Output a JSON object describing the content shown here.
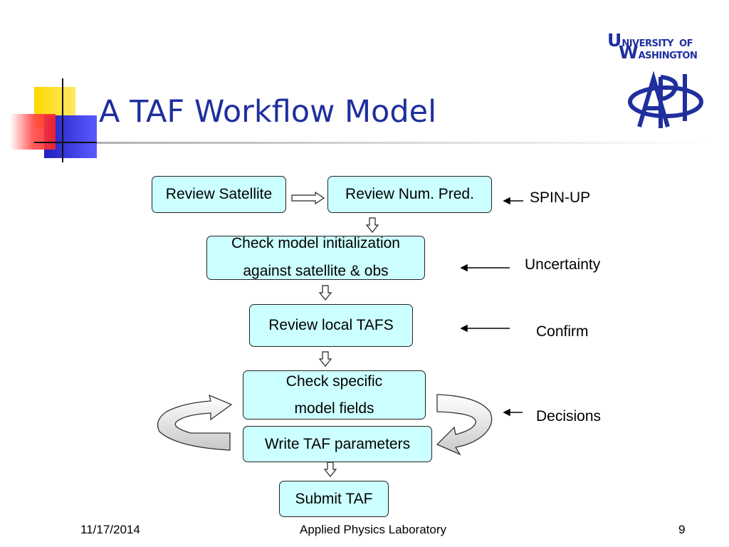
{
  "slide": {
    "title": "A TAF Workflow Model",
    "logo_line1": "UNIVERSITY OF",
    "logo_line2": "WASHINGTON",
    "logo_mark": "APL"
  },
  "diagram": {
    "steps": [
      {
        "id": "review-satellite",
        "lines": [
          "Review Satellite"
        ]
      },
      {
        "id": "review-num-pred",
        "lines": [
          "Review Num. Pred."
        ]
      },
      {
        "id": "check-model-init",
        "lines": [
          "Check model initialization",
          "against satellite & obs"
        ]
      },
      {
        "id": "review-local-tafs",
        "lines": [
          "Review local TAFS"
        ]
      },
      {
        "id": "check-specific-fields",
        "lines": [
          "Check specific",
          "model fields"
        ]
      },
      {
        "id": "write-taf-parameters",
        "lines": [
          "Write TAF parameters"
        ]
      },
      {
        "id": "submit-taf",
        "lines": [
          "Submit TAF"
        ]
      }
    ],
    "annotations": [
      "SPIN-UP",
      "Uncertainty",
      "Confirm",
      "Decisions"
    ]
  },
  "footer": {
    "date": "11/17/2014",
    "center": "Applied Physics Laboratory",
    "page": "9"
  },
  "colors": {
    "title": "#1f2f9e",
    "box_fill": "#ccffff",
    "deco_yellow": "#ffd800",
    "deco_red": "#ff2a2a",
    "deco_blue": "#2424c8"
  }
}
